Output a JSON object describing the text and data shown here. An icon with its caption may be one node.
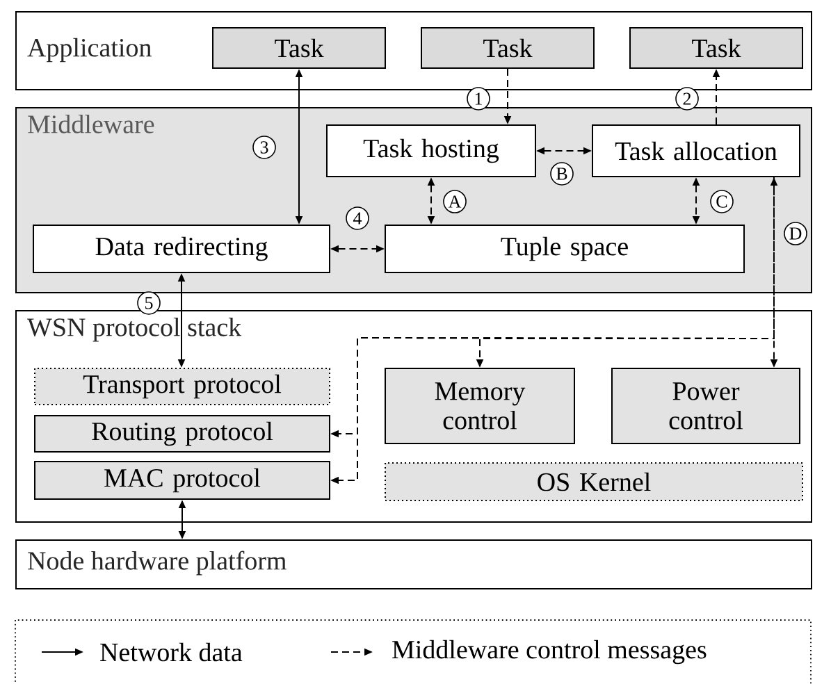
{
  "diagram": {
    "nodes": [
      {
        "text": [
          "Application"
        ]
      },
      {
        "text": [
          "Task"
        ],
        "in": 0
      },
      {
        "text": [
          "Task"
        ],
        "in": 0
      },
      {
        "text": [
          "Task"
        ],
        "in": 0
      },
      {
        "text": [
          "Middleware"
        ]
      },
      {
        "text": [
          "Task hosting"
        ],
        "in": 4
      },
      {
        "text": [
          "Task allocation"
        ],
        "in": 4
      },
      {
        "text": [
          "Data redirecting"
        ],
        "in": 4
      },
      {
        "text": [
          "Tuple space"
        ],
        "in": 4
      },
      {
        "text": [
          "WSN protocol stack"
        ]
      },
      {
        "text": [
          "Transport protocol"
        ],
        "in": 9
      },
      {
        "text": [
          "Routing protocol"
        ],
        "in": 9
      },
      {
        "text": [
          "MAC protocol"
        ],
        "in": 9
      },
      {
        "text": [
          "Memory control"
        ],
        "in": 9
      },
      {
        "text": [
          "Power control"
        ],
        "in": 9
      },
      {
        "text": [
          "OS Kernel"
        ],
        "in": 9
      },
      {
        "text": [
          "Node hardware platform"
        ]
      }
    ],
    "edges": [
      {
        "from": 1,
        "to": 7,
        "arrow": "both",
        "label": "3"
      },
      {
        "from": 2,
        "to": 5,
        "arrow": "to",
        "label": "1",
        "style": "dashed"
      },
      {
        "from": 6,
        "to": 3,
        "arrow": "to",
        "label": "2",
        "style": "dashed"
      },
      {
        "from": 5,
        "to": 6,
        "arrow": "both",
        "label": "B",
        "style": "dashed"
      },
      {
        "from": 5,
        "to": 8,
        "arrow": "both",
        "label": "A",
        "style": "dashed"
      },
      {
        "from": 6,
        "to": 8,
        "arrow": "both",
        "label": "C",
        "style": "dashed"
      },
      {
        "from": 7,
        "to": 8,
        "arrow": "both",
        "label": "4",
        "style": "dashed"
      },
      {
        "from": 7,
        "to": 10,
        "arrow": "both",
        "label": "5"
      },
      {
        "from": 12,
        "to": 16,
        "arrow": "both"
      },
      {
        "from": 6,
        "to": 14,
        "arrow": "both",
        "label": "D",
        "style": "dashed"
      },
      {
        "from": 6,
        "to": 13,
        "arrow": "to",
        "style": "dashed"
      },
      {
        "from": 6,
        "to": 11,
        "arrow": "to",
        "style": "dashed"
      },
      {
        "from": 6,
        "to": 12,
        "arrow": "to",
        "style": "dashed"
      }
    ],
    "legend": [
      {
        "text": "Network data"
      },
      {
        "text": "Middleware control messages"
      }
    ]
  }
}
